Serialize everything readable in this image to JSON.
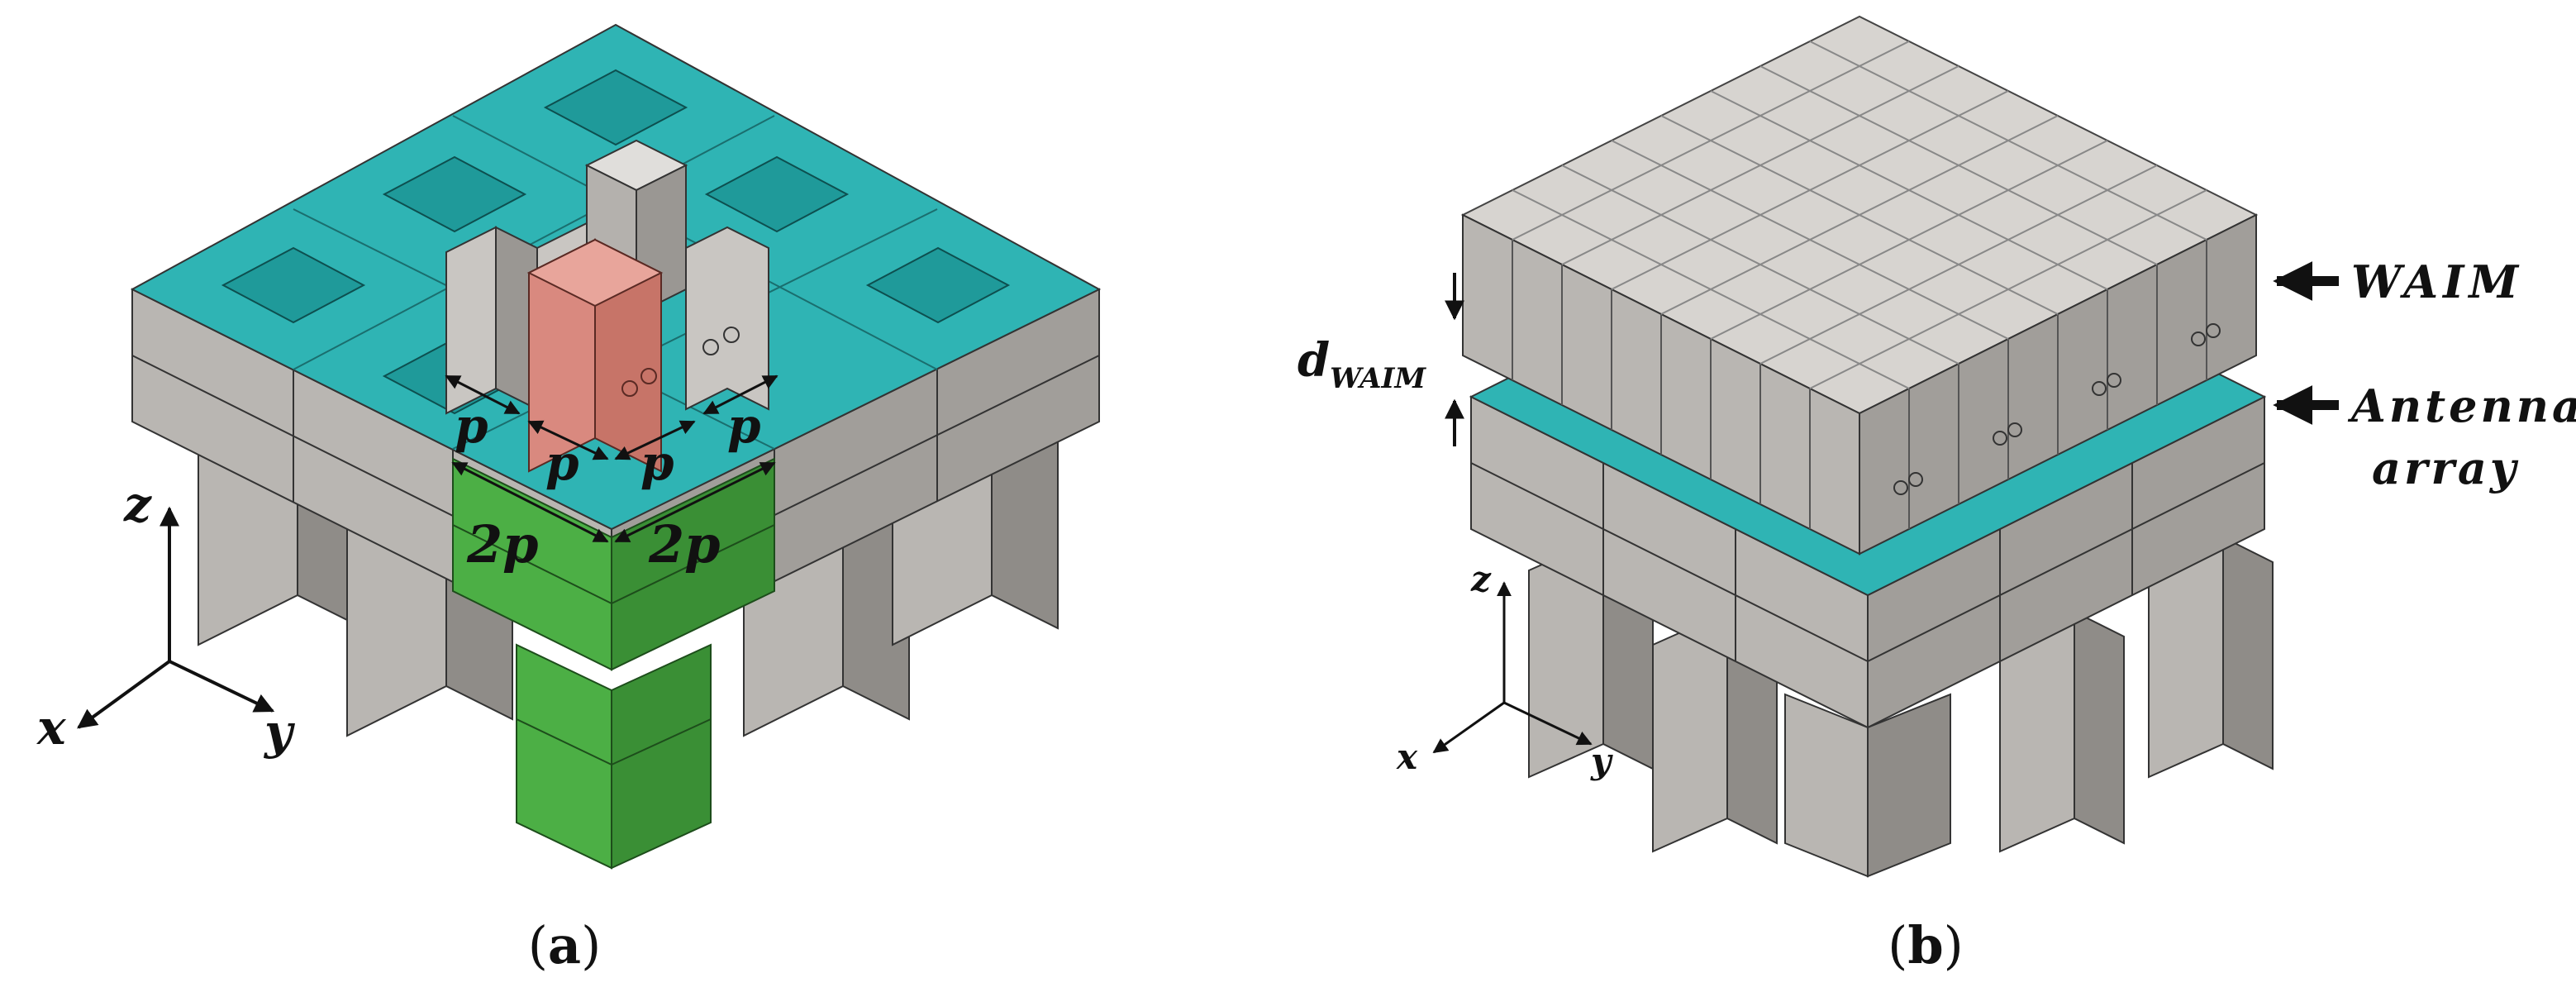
{
  "panel_a": {
    "caption_open": "(",
    "caption_letter": "a",
    "caption_close": ")",
    "dim_p": "p",
    "dim_2p": "2p",
    "axis_x": "x",
    "axis_y": "y",
    "axis_z": "z"
  },
  "panel_b": {
    "caption_open": "(",
    "caption_letter": "b",
    "caption_close": ")",
    "label_waim": "WAIM",
    "label_antenna_line1": "Antenna",
    "label_antenna_line2": "array",
    "label_d": "d",
    "label_d_sub": "WAIM",
    "axis_x": "x",
    "axis_y": "y",
    "axis_z": "z"
  },
  "colors": {
    "teal_top": "#2fb4b4",
    "teal_dark": "#1f9a9a",
    "gray_side_light": "#b9b6b2",
    "gray_side_dark": "#8f8c88",
    "gray_top": "#cfcdca",
    "green_highlight": "#4caf45",
    "green_dark": "#3a8f35",
    "red_highlight": "#d9897f"
  }
}
